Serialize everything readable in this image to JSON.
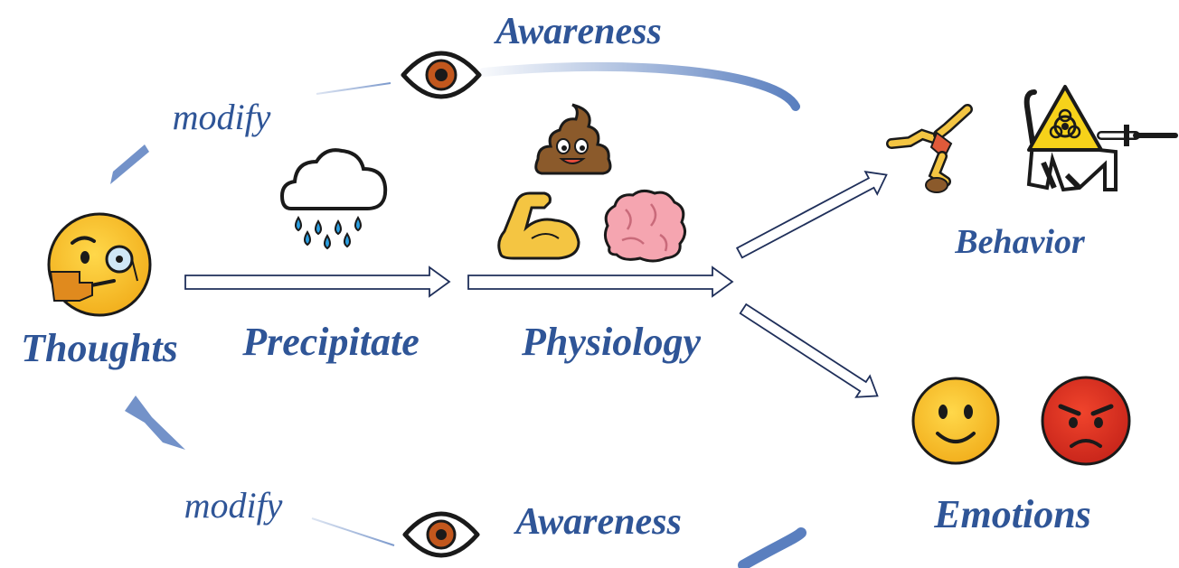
{
  "diagram": {
    "nodes": {
      "thoughts": "Thoughts",
      "precipitate": "Precipitate",
      "physiology": "Physiology",
      "behavior": "Behavior",
      "emotions": "Emotions"
    },
    "loops": {
      "top_awareness": "Awareness",
      "top_modify": "modify",
      "bottom_awareness": "Awareness",
      "bottom_modify": "modify"
    }
  },
  "icons": {
    "thoughts": "thinking-face-with-monocle-icon",
    "precipitate": "rain-cloud-icon",
    "physiology": [
      "poop-icon",
      "flexed-biceps-icon",
      "brain-icon"
    ],
    "behavior": [
      "person-cartwheeling-icon",
      "biohazard-sign-icon"
    ],
    "emotions": [
      "smiling-face-icon",
      "angry-face-icon"
    ],
    "awareness": "eye-icon"
  },
  "colors": {
    "label": "#2f5597",
    "loop_arrow": "#5a7fbf",
    "arrow_outline": "#1f2f5a"
  }
}
